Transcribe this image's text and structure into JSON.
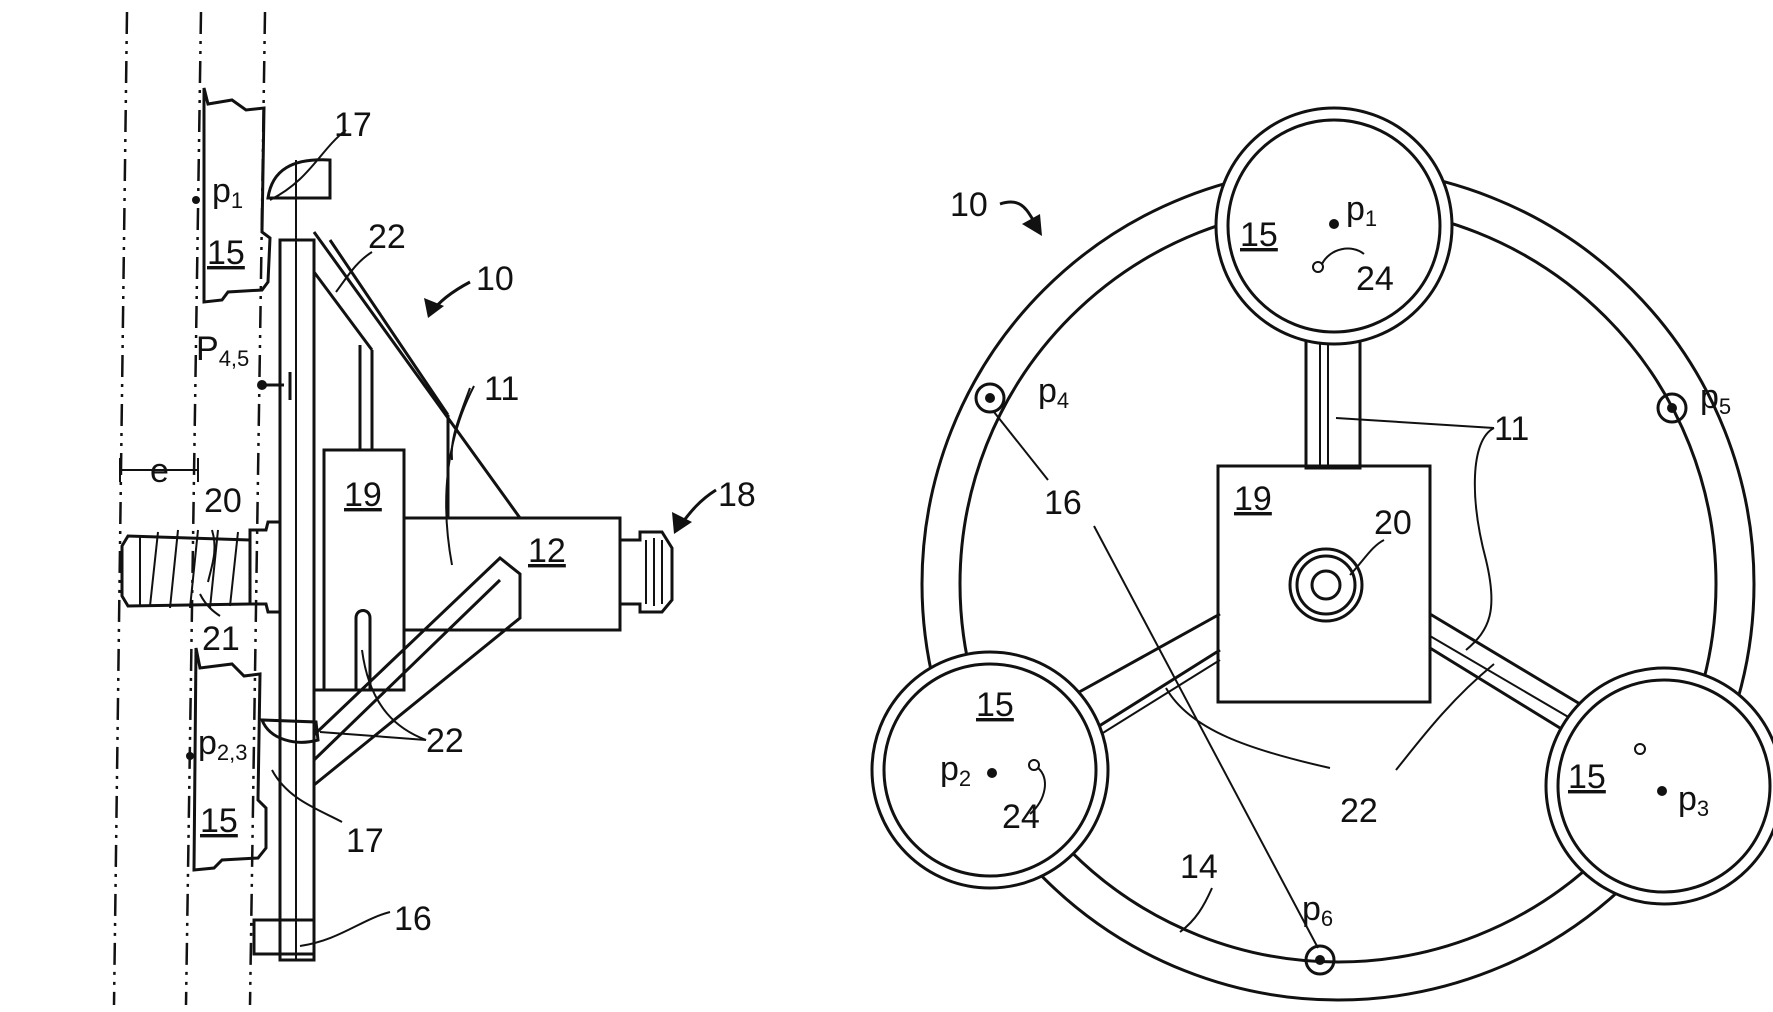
{
  "labels": {
    "n10": "10",
    "n11": "11",
    "n12": "12",
    "n14": "14",
    "n15": "15",
    "n16": "16",
    "n17": "17",
    "n18": "18",
    "n19": "19",
    "n20": "20",
    "n21": "21",
    "n22": "22",
    "n24": "24",
    "e": "e",
    "p": "p",
    "P": "P",
    "s1": "1",
    "s2": "2",
    "s3": "3",
    "s4": "4",
    "s5": "5",
    "s6": "6",
    "s45": "4,5",
    "s23": "2,3"
  }
}
